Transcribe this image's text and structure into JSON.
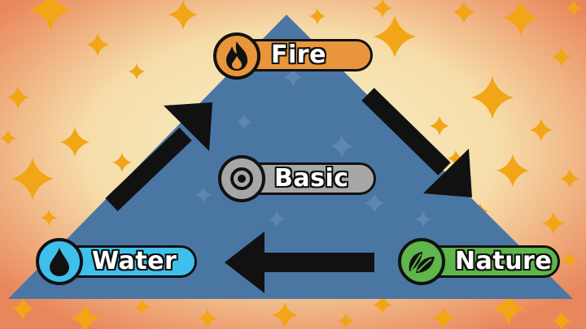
{
  "diagram": {
    "types": {
      "fire": {
        "label": "Fire",
        "icon": "fire-icon",
        "color": "#e9953c"
      },
      "nature": {
        "label": "Nature",
        "icon": "leaf-icon",
        "color": "#5fb64a"
      },
      "water": {
        "label": "Water",
        "icon": "water-drop-icon",
        "color": "#3fc0ec"
      },
      "basic": {
        "label": "Basic",
        "icon": "circle-dot-icon",
        "color": "#a7a7a7"
      }
    },
    "colors": {
      "triangle": "#4a76a4",
      "star": "#f2a516",
      "arrow": "#111111",
      "background_center": "#f7f2c6",
      "background_edge": "#e9875c"
    }
  }
}
